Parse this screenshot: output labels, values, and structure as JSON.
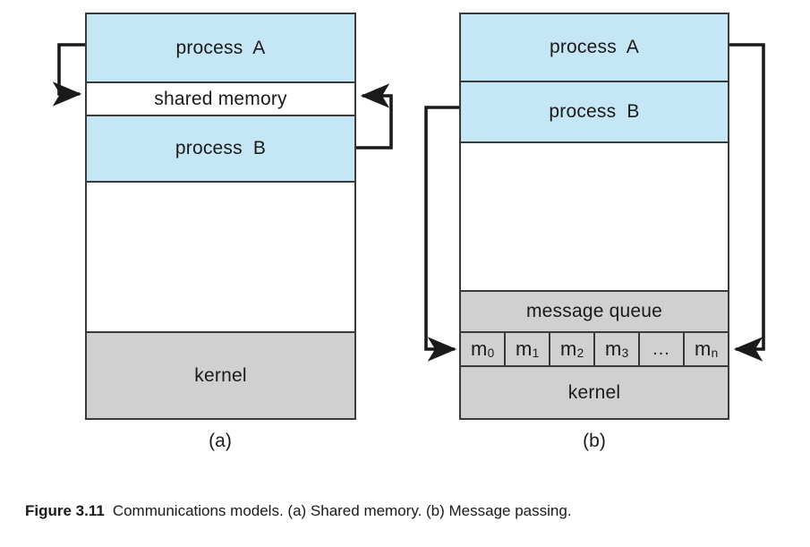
{
  "figure": {
    "number_label": "Figure 3.11",
    "caption_text": "Communications models. (a) Shared memory. (b) Message passing."
  },
  "colors": {
    "process_fill": "#c5e6f5",
    "kernel_fill": "#d0d0d0",
    "empty_fill": "#ffffff",
    "stroke": "#3a3a3a",
    "text": "#1a1a1a"
  },
  "panels": [
    {
      "id": "a",
      "sublabel": "(a)",
      "model_name": "Shared memory",
      "bands": [
        {
          "name": "process-a",
          "label": "process  A",
          "fill": "process"
        },
        {
          "name": "shared-memory",
          "label": "shared memory",
          "fill": "empty"
        },
        {
          "name": "process-b",
          "label": "process  B",
          "fill": "process"
        },
        {
          "name": "free-memory",
          "label": "",
          "fill": "empty"
        },
        {
          "name": "kernel",
          "label": "kernel",
          "fill": "kernel"
        }
      ],
      "arrows": [
        {
          "name": "process-a-to-shared-memory",
          "from": "process A",
          "to": "shared memory",
          "side": "left"
        },
        {
          "name": "process-b-to-shared-memory",
          "from": "process B",
          "to": "shared memory",
          "side": "right"
        }
      ]
    },
    {
      "id": "b",
      "sublabel": "(b)",
      "model_name": "Message passing",
      "bands": [
        {
          "name": "process-a",
          "label": "process  A",
          "fill": "process"
        },
        {
          "name": "process-b",
          "label": "process  B",
          "fill": "process"
        },
        {
          "name": "free-memory",
          "label": "",
          "fill": "empty"
        },
        {
          "name": "message-queue",
          "label": "message queue",
          "fill": "kernel"
        },
        {
          "name": "kernel",
          "label": "kernel",
          "fill": "kernel"
        }
      ],
      "queue_cells": [
        {
          "name": "message-cell-m0",
          "base": "m",
          "sub": "0"
        },
        {
          "name": "message-cell-m1",
          "base": "m",
          "sub": "1"
        },
        {
          "name": "message-cell-m2",
          "base": "m",
          "sub": "2"
        },
        {
          "name": "message-cell-m3",
          "base": "m",
          "sub": "3"
        },
        {
          "name": "message-cell-ellipsis",
          "base": "...",
          "sub": ""
        },
        {
          "name": "message-cell-mn",
          "base": "m",
          "sub": "n"
        }
      ],
      "arrows": [
        {
          "name": "process-b-to-message-queue",
          "from": "process B",
          "to": "message queue",
          "side": "left"
        },
        {
          "name": "process-a-to-message-queue",
          "from": "process A",
          "to": "message queue",
          "side": "right"
        }
      ]
    }
  ]
}
